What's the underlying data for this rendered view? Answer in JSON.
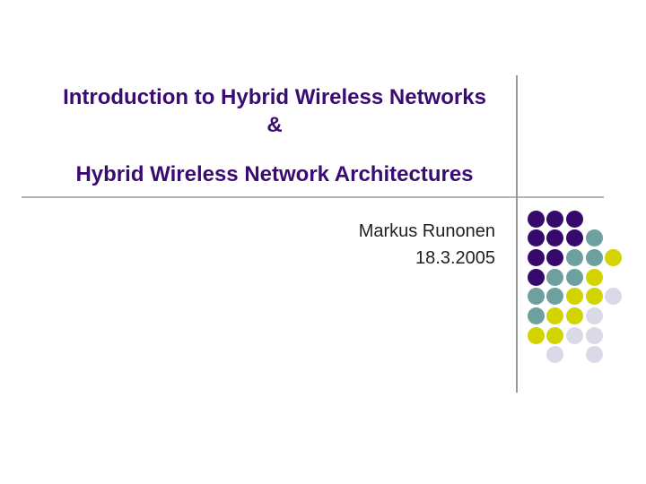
{
  "slide": {
    "title_line1": "Introduction to Hybrid Wireless Networks",
    "title_amp": "&",
    "title_line2": "Hybrid Wireless Network Architectures",
    "author": "Markus Runonen",
    "date": "18.3.2005"
  },
  "colors": {
    "title_text": "#3A0B73",
    "author_text": "#1F1F1F",
    "horizontal_line": "#B3B3B3",
    "vertical_line": "#999999",
    "dot_purple": "#36096D",
    "dot_teal": "#6FA0A0",
    "dot_yellow": "#D3D300",
    "dot_lavender": "#D9D9E8"
  },
  "decoration": {
    "dot_grid": [
      [
        "P",
        "P",
        "P",
        "",
        ""
      ],
      [
        "P",
        "P",
        "P",
        "T",
        ""
      ],
      [
        "P",
        "P",
        "T",
        "T",
        "Y"
      ],
      [
        "P",
        "T",
        "T",
        "Y",
        ""
      ],
      [
        "T",
        "T",
        "Y",
        "Y",
        "L"
      ],
      [
        "T",
        "Y",
        "Y",
        "L",
        ""
      ],
      [
        "Y",
        "Y",
        "L",
        "L",
        ""
      ],
      [
        "",
        "L",
        "",
        "L",
        ""
      ]
    ]
  }
}
